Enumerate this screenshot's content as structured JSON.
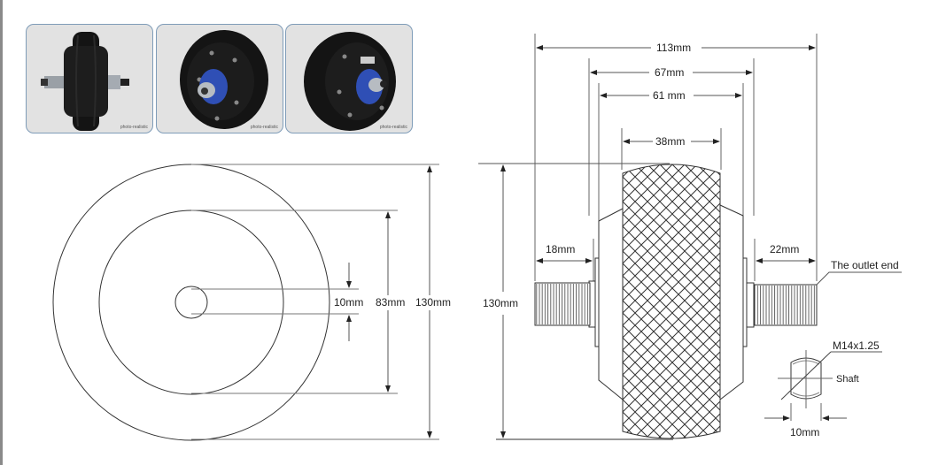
{
  "photos": [
    {
      "view": "side",
      "caption": "photo-realistic"
    },
    {
      "view": "front-angle",
      "caption": "photo-realistic"
    },
    {
      "view": "rear-angle",
      "caption": "photo-realistic"
    }
  ],
  "front_view": {
    "dims": {
      "shaft_diameter": "10mm",
      "hub_diameter": "83mm",
      "outer_diameter": "130mm"
    }
  },
  "side_view": {
    "dims": {
      "overall_width": "113mm",
      "hub_width": "67mm",
      "body_width": "61 mm",
      "tire_width": "38mm",
      "left_shaft_length": "18mm",
      "right_shaft_length": "22mm",
      "height": "130mm",
      "flat_width": "10mm"
    },
    "annotations": {
      "outlet_end": "The outlet end",
      "thread": "M14x1.25",
      "shaft": "Shaft"
    }
  },
  "colors": {
    "line": "#333333",
    "dim_line": "#555555",
    "thumb_bg": "#e2e2e2",
    "thumb_border": "#7f9cb8",
    "hub_blue": "#2f4fb5"
  }
}
